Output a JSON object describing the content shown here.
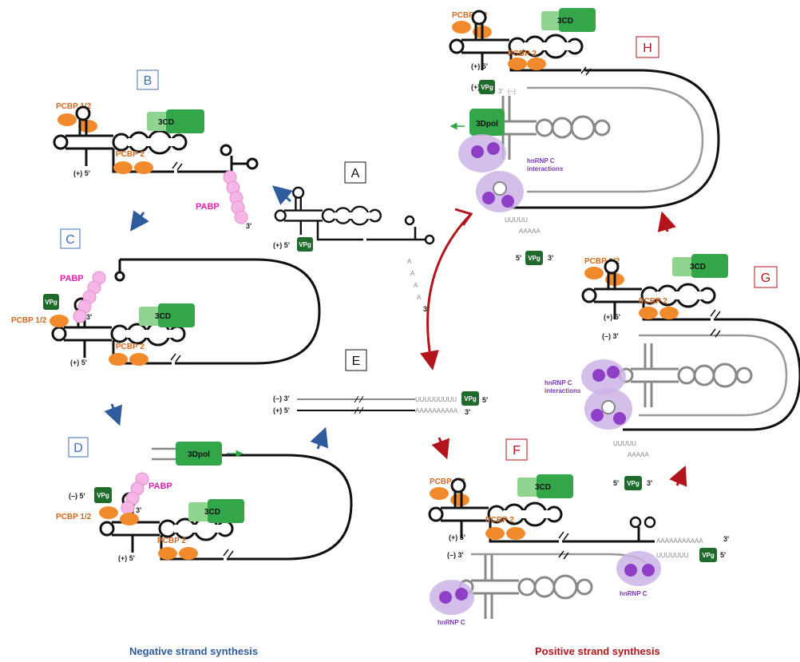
{
  "panels": {
    "A": "A",
    "B": "B",
    "C": "C",
    "D": "D",
    "E": "E",
    "F": "F",
    "G": "G",
    "H": "H"
  },
  "proteins": {
    "pcbp12": "PCBP 1/2",
    "pcbp2": "PCBP 2",
    "cd3": "3CD",
    "dpol": "3Dpol",
    "pabp": "PABP",
    "vpg": "VPg",
    "hnrnpc": "hnRNP C",
    "hnrnpc_int_1": "hnRNP C",
    "hnrnpc_int_2": "interactions"
  },
  "strands": {
    "plus5": "(+) 5'",
    "minus3": "(–) 3'",
    "minus5": "(–) 5'",
    "three": "3'",
    "five": "5'",
    "polyU": "UUUUUUUUU",
    "polyA": "AAAAAAAAAA",
    "polyU_F": "UUUUUUU",
    "polyA_F": "AAAAAAAAAAA",
    "minus_paren": "(–)"
  },
  "captions": {
    "negative": "Negative strand synthesis",
    "positive": "Positive strand synthesis"
  },
  "colors": {
    "blue_arrow": "#2e5b9c",
    "red_arrow": "#b3141b",
    "pcbp": "#f08a2c",
    "cd_light": "#8fd48f",
    "cd_dark": "#33a64a",
    "vpg": "#1f6b2c",
    "pabp": "#f5b6e6",
    "hnrnp": "#cdb3e6",
    "hnrnp_dot": "#8e3fc6"
  }
}
